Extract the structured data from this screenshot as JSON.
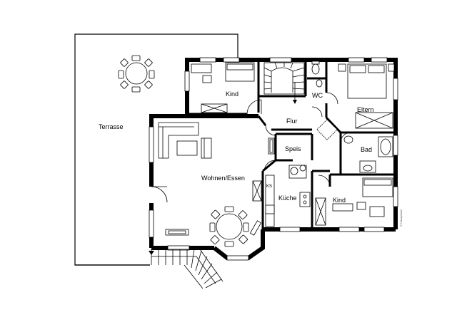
{
  "plan": {
    "rooms": {
      "terrasse": "Terrasse",
      "kind_top": "Kind",
      "wc": "WC",
      "flur": "Flur",
      "eltern": "Eltern",
      "speis": "Speis",
      "bad": "Bad",
      "wohnen": "Wohnen/Essen",
      "kueche": "Küche",
      "kind_bottom": "Kind"
    },
    "ks_label": "KS",
    "credit": "© Hausplaner"
  }
}
